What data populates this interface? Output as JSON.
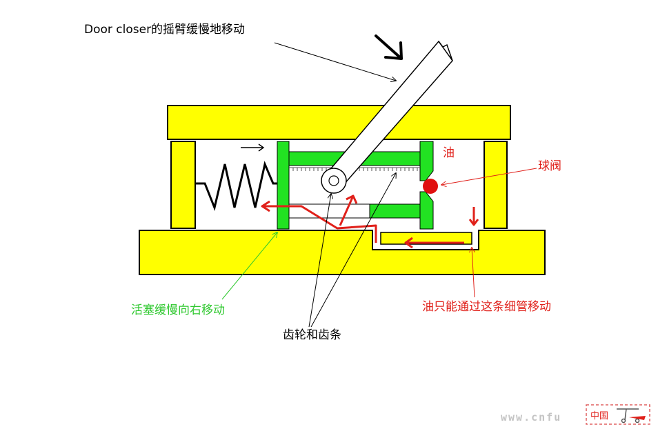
{
  "labels": {
    "title": "Door closer的摇臂缓慢地移动",
    "oil": "油",
    "ball_valve": "球阀",
    "piston": "活塞缓慢向右移动",
    "oil_tube": "油只能通过这条细管移动",
    "gear_rack": "齿轮和齿条"
  },
  "watermark": {
    "url": "www.cnfu",
    "logo_text": "中国"
  },
  "colors": {
    "housing": "#ffff00",
    "piston": "#22e222",
    "outline": "#000000",
    "flow_arrow": "#e0201a",
    "ball": "#e01010",
    "piston_label": "#2ec82e",
    "red_label": "#e0201a"
  }
}
